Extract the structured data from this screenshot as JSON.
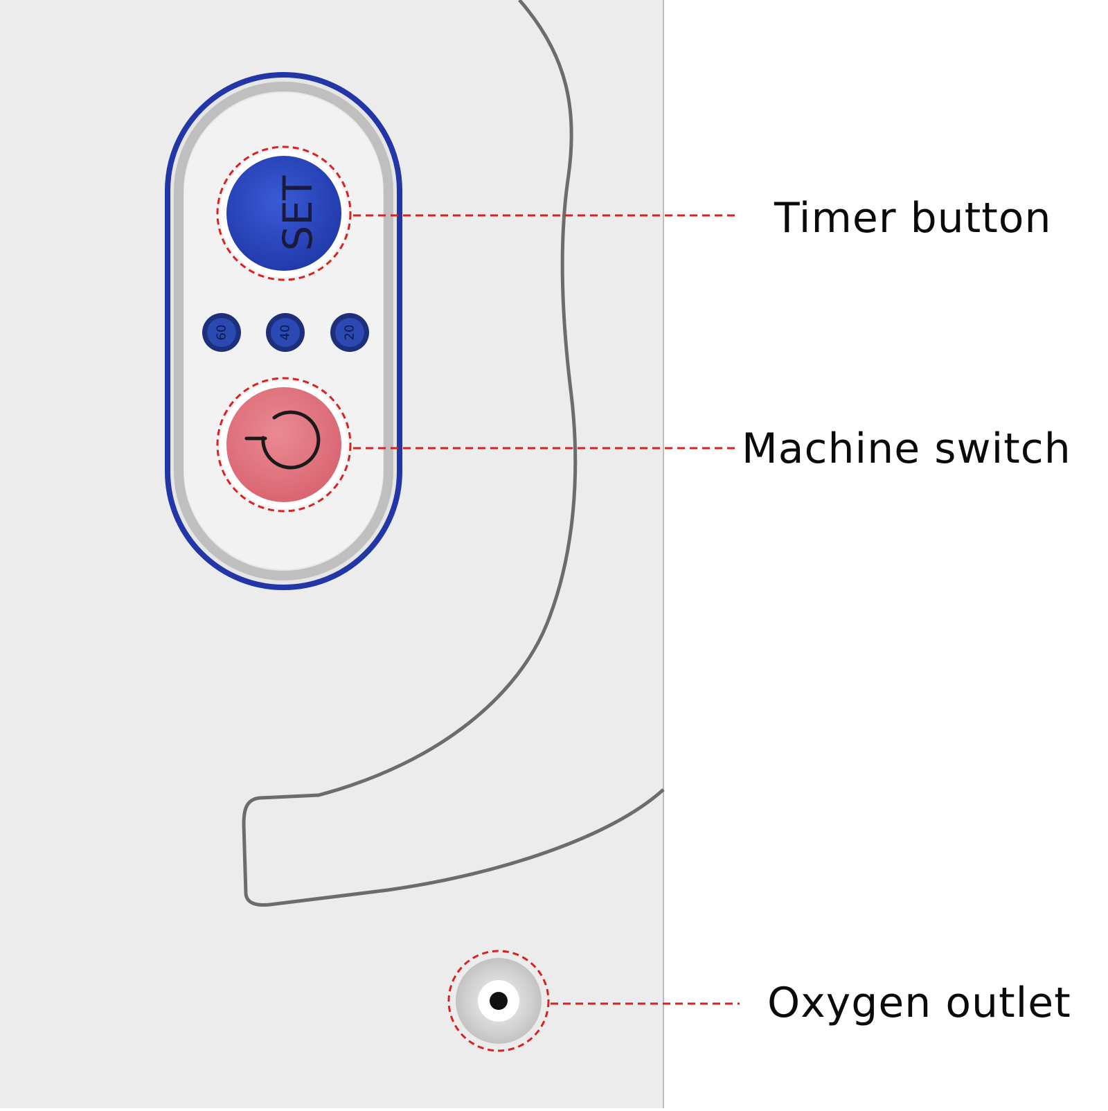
{
  "callouts": {
    "timer_button": "Timer button",
    "machine_switch": "Machine switch",
    "oxygen_outlet": "Oxygen outlet"
  },
  "panel": {
    "set_label": "SET",
    "timer_options": [
      "60",
      "40",
      "20"
    ],
    "power_icon": "power-icon"
  },
  "colors": {
    "panel_border": "#2236a8",
    "set_button": "#2748c2",
    "power_button": "#e0707c",
    "callout_line": "#d62222",
    "body_background": "#ececec"
  }
}
